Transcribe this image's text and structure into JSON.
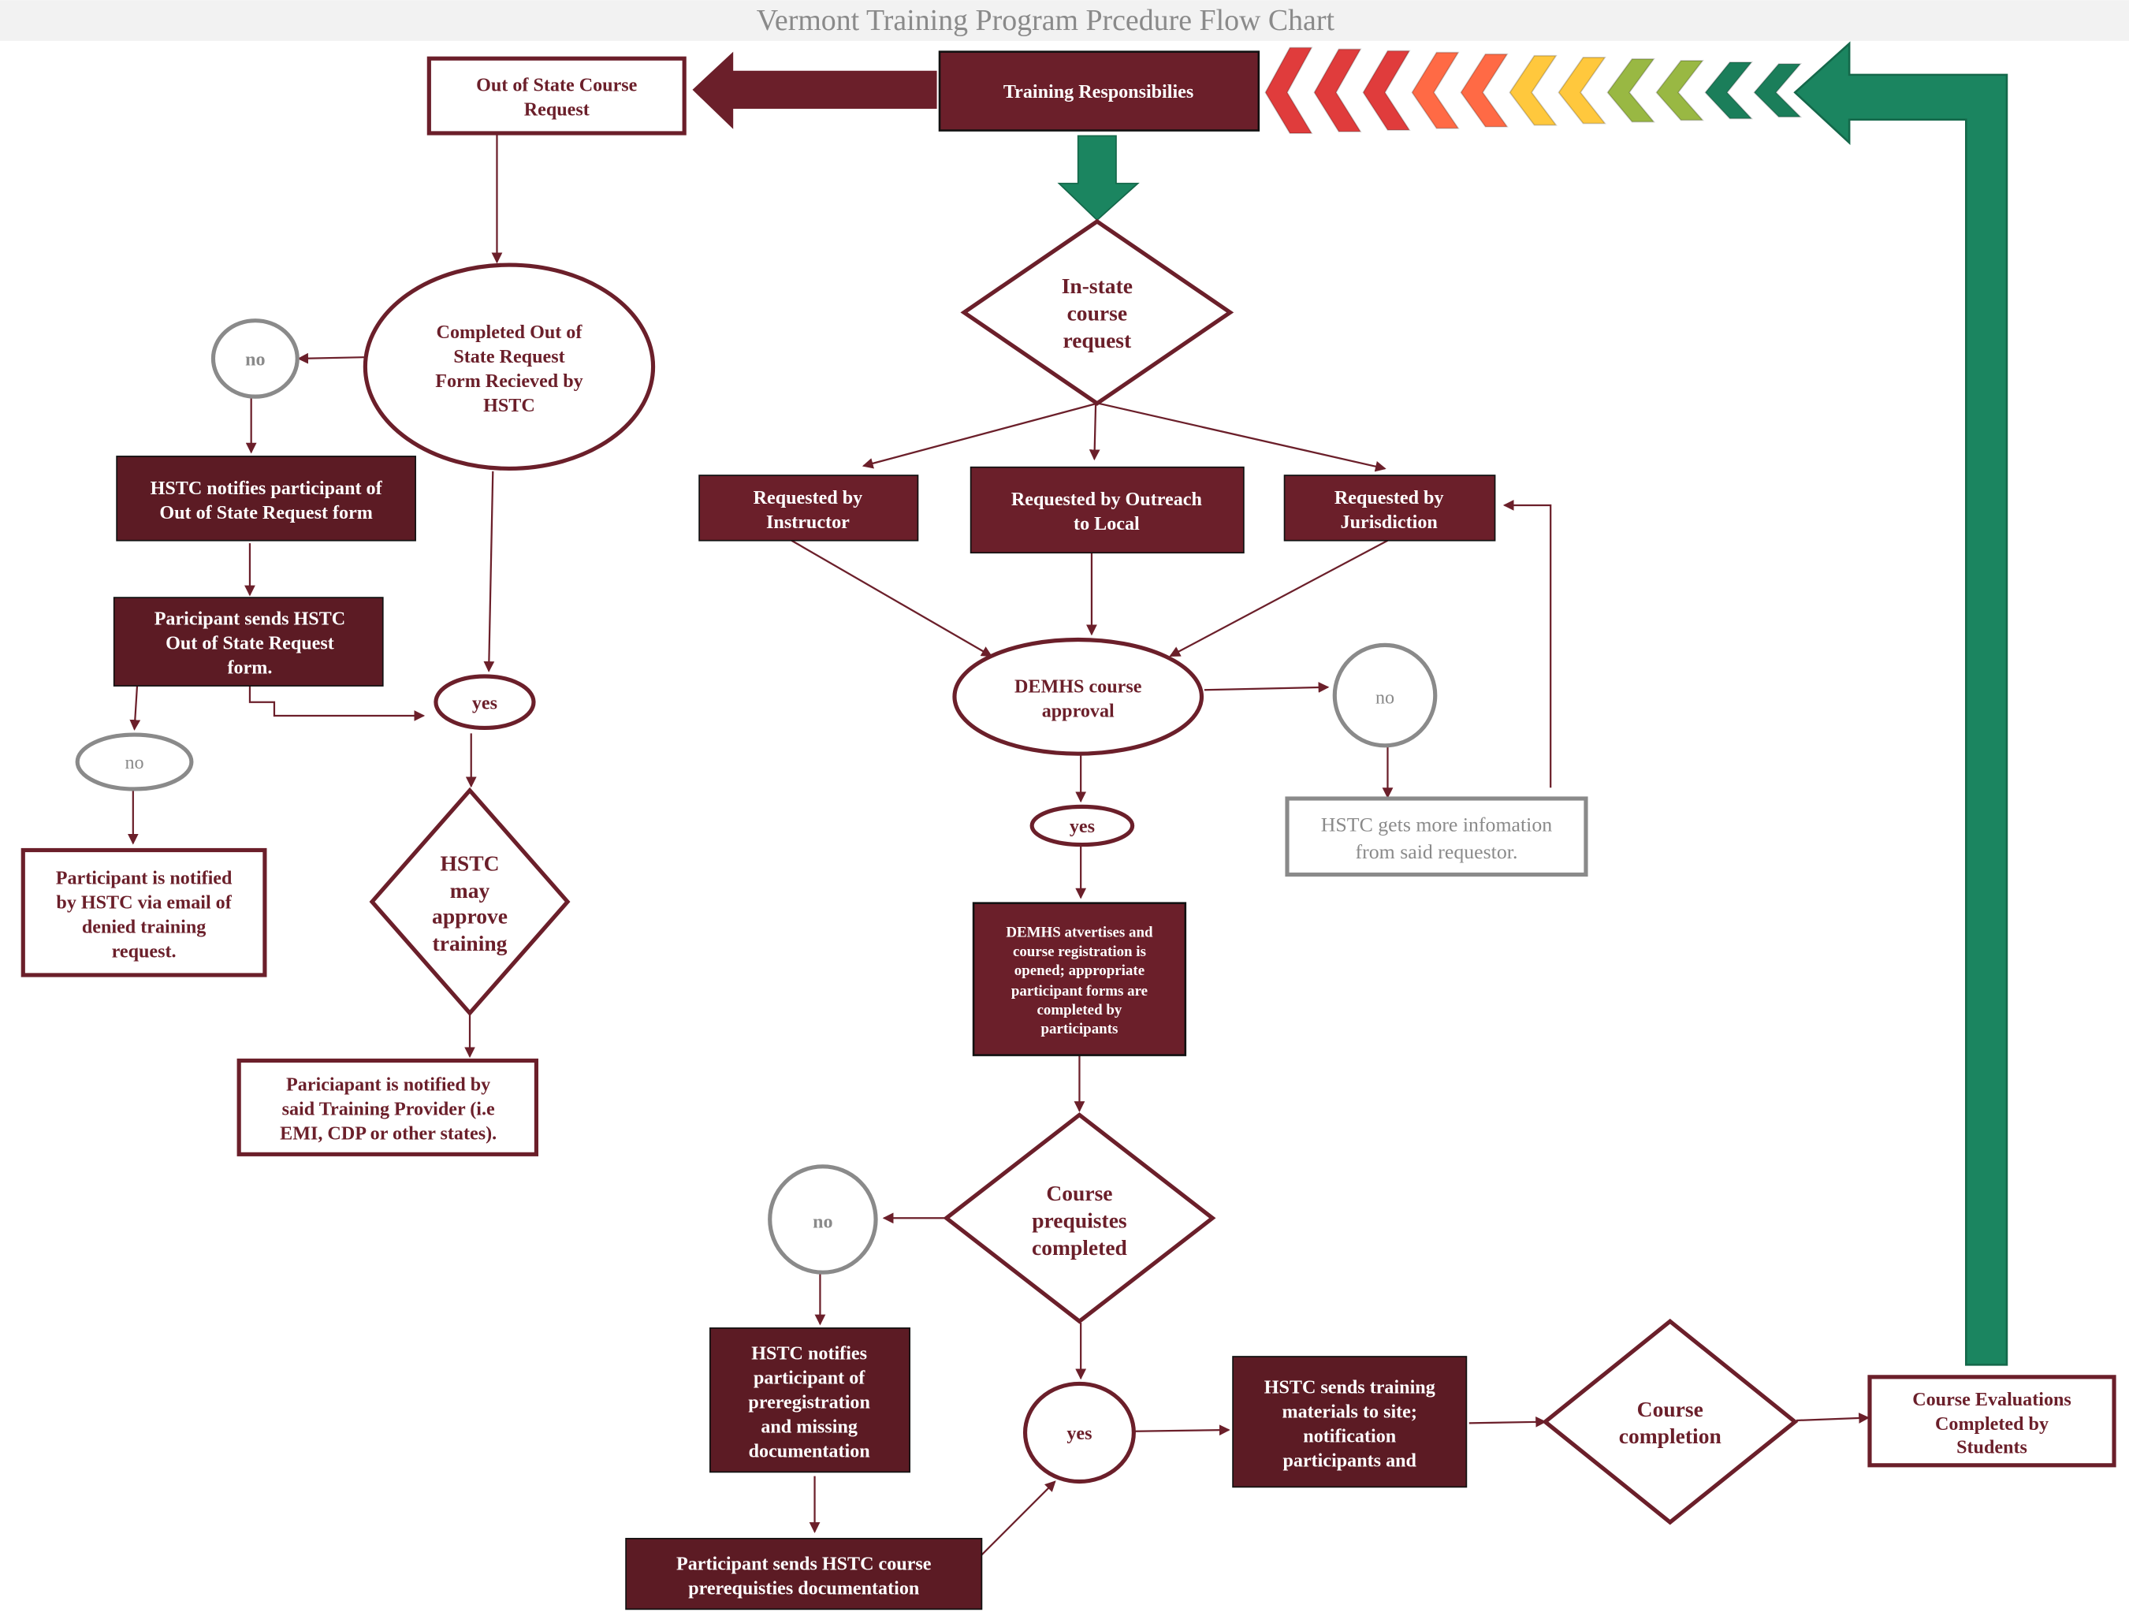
{
  "title": "Vermont Training Program Prcedure Flow Chart",
  "colors": {
    "maroon": "#6b1f2a",
    "green": "#1b8560",
    "gray": "#8a8a8a",
    "chevrons": [
      "#e03c3c",
      "#e03c3c",
      "#e03c3c",
      "#ff6a45",
      "#ff6a45",
      "#ffc83d",
      "#ffc83d",
      "#99b843",
      "#99b843",
      "#1b7e5a",
      "#1b7e5a"
    ]
  },
  "nodes": {
    "training_responsibilities": [
      "Training Responsibilies"
    ],
    "out_of_state_request": [
      "Out of State Course",
      "Request"
    ],
    "completed_form": [
      "Completed  Out of",
      "State Request",
      "Form Recieved by",
      "HSTC"
    ],
    "left_no_1": "no",
    "hstc_notifies_form": [
      "HSTC notifies participant of",
      "Out of State Request form"
    ],
    "participant_sends_form": [
      "Paricipant sends HSTC",
      "Out of State Request",
      "form."
    ],
    "left_no_2": "no",
    "denied_notice": [
      "Participant is notified",
      "by HSTC via email of",
      "denied training",
      "request."
    ],
    "left_yes": "yes",
    "may_approve": [
      "HSTC",
      "may",
      "approve",
      "training"
    ],
    "provider_notice": [
      "Pariciapant is notified by",
      "said Training Provider (i.e",
      "EMI, CDP or other states)."
    ],
    "in_state": [
      "In-state",
      "course",
      "request"
    ],
    "req_instructor": [
      "Requested by",
      "Instructor"
    ],
    "req_outreach": [
      "Requested by Outreach",
      "to Local"
    ],
    "req_jurisdiction": [
      "Requested by",
      "Jurisdiction"
    ],
    "demhs_approval": [
      "DEMHS course",
      "approval"
    ],
    "right_no": "no",
    "more_info": [
      "HSTC gets more infomation",
      "from said requestor."
    ],
    "mid_yes": "yes",
    "advertises": [
      "DEMHS atvertises and",
      "course registration is",
      "opened; appropriate",
      "participant forms are",
      "completed by",
      "participants"
    ],
    "prereqs": [
      "Course",
      "prequistes",
      "completed"
    ],
    "prereq_no": "no",
    "hstc_notifies_prereg": [
      "HSTC notifies",
      "participant of",
      "preregistration",
      "and missing",
      "documentation"
    ],
    "participant_sends_docs": [
      "Participant sends HSTC course",
      "prerequisties documentation"
    ],
    "prereq_yes": "yes",
    "sends_materials": [
      "HSTC sends training",
      "materials to site;",
      "notification",
      "participants and"
    ],
    "completion": [
      "Course",
      "completion"
    ],
    "evaluations": [
      "Course Evaluations",
      "Completed by",
      "Students"
    ]
  }
}
